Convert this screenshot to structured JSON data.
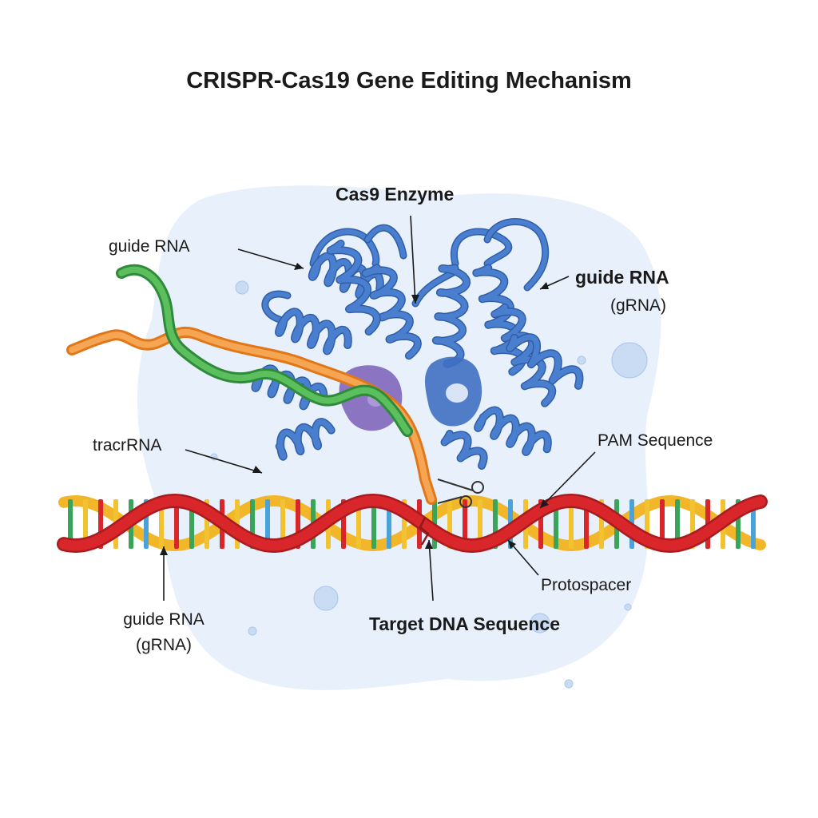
{
  "title": "CRISPR-Cas19 Gene Editing Mechanism",
  "labels": {
    "cas9_enzyme": "Cas9 Enzyme",
    "guide_rna_top_left": "guide RNA",
    "guide_rna_right": "guide RNA",
    "guide_rna_right_sub": "(gRNA)",
    "tracrrna": "tracrRNA",
    "pam_sequence": "PAM Sequence",
    "protospacer": "Protospacer",
    "target_dna": "Target DNA Sequence",
    "guide_rna_bottom": "guide RNA",
    "guide_rna_bottom_sub": "(gRNA)"
  },
  "colors": {
    "background_blob": "#e8f0fb",
    "protein": "#4a7fd0",
    "protein_dark": "#2f5ea8",
    "guide_rna": "#3fa64a",
    "tracrrna": "#f0912e",
    "dna_backbone_front": "#d8262a",
    "dna_backbone_back": "#f2b62a",
    "base_green": "#3aa45a",
    "base_red": "#d8262a",
    "base_yellow": "#f2c230",
    "base_blue": "#4aa3d8",
    "active_site": "#7a5fb8"
  },
  "icons": [
    "scissors-icon"
  ]
}
